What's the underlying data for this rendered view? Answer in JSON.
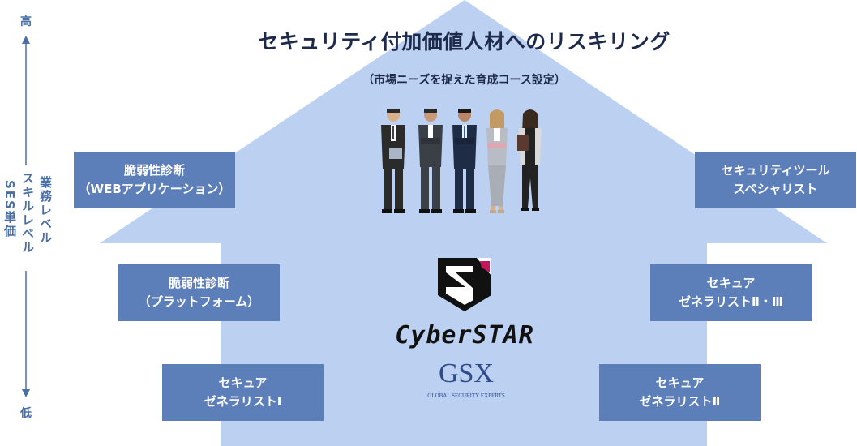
{
  "title": "セキュリティ付加価値人材へのリスキリング",
  "subtitle": "（市場ニーズを捉えた育成コース設定）",
  "scale": {
    "high": "高",
    "low": "低",
    "axis_label_1": "業務レベル",
    "axis_label_2": "スキルレベル",
    "axis_label_3": "SES単価"
  },
  "boxes": {
    "left_top": {
      "line1": "脆弱性診断",
      "line2": "（WEBアプリケーション）"
    },
    "left_mid": {
      "line1": "脆弱性診断",
      "line2": "（プラットフォーム）"
    },
    "left_bot": {
      "line1": "セキュア",
      "line2": "ゼネラリストⅠ"
    },
    "right_top": {
      "line1": "セキュリティツール",
      "line2": "スペシャリスト"
    },
    "right_mid": {
      "line1": "セキュア",
      "line2": "ゼネラリストⅡ・Ⅲ"
    },
    "right_bot": {
      "line1": "セキュア",
      "line2": "ゼネラリストⅡ"
    }
  },
  "logos": {
    "cyberstar": "CyberSTAR",
    "gsx": "GSX",
    "gsx_sub": "GLOBAL SECURITY EXPERTS"
  },
  "colors": {
    "arrow_fill": "#bcd1f2",
    "box_fill": "#5d7fb9",
    "scale_color": "#4a6fa5",
    "title_color": "#1e2a4a"
  }
}
